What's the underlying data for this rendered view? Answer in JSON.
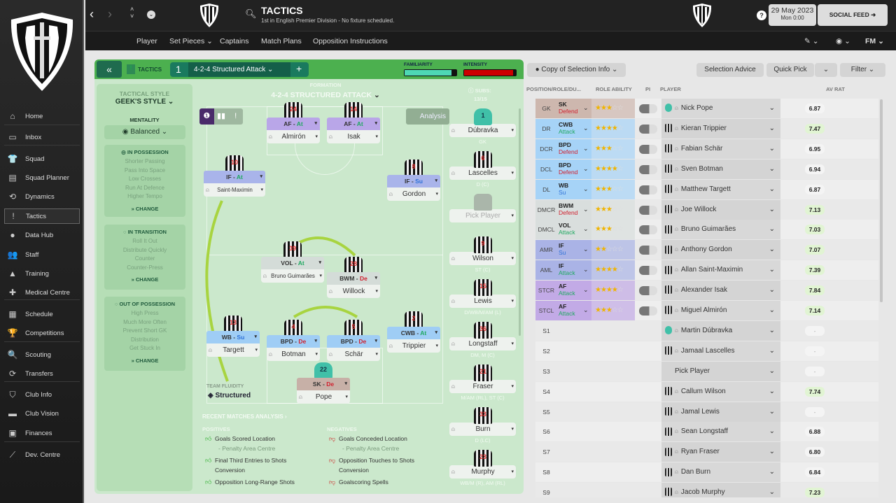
{
  "header": {
    "title": "TACTICS",
    "subtitle": "1st in English Premier Division - No fixture scheduled.",
    "date": "29 May 2023",
    "time": "Mon 0:00",
    "social_feed": "SOCIAL FEED",
    "fm_menu": "FM"
  },
  "subnav": [
    "Player",
    "Set Pieces",
    "Captains",
    "Match Plans",
    "Opposition Instructions"
  ],
  "sidebar": [
    {
      "label": "Home",
      "icon": "⌂"
    },
    {
      "label": "Inbox",
      "icon": "▭"
    },
    {
      "label": "Squad",
      "icon": "👕"
    },
    {
      "label": "Squad Planner",
      "icon": "▤"
    },
    {
      "label": "Dynamics",
      "icon": "⟲"
    },
    {
      "label": "Tactics",
      "icon": "!"
    },
    {
      "label": "Data Hub",
      "icon": "●"
    },
    {
      "label": "Staff",
      "icon": "👥"
    },
    {
      "label": "Training",
      "icon": "▲"
    },
    {
      "label": "Medical Centre",
      "icon": "✚"
    },
    {
      "label": "Schedule",
      "icon": "▦"
    },
    {
      "label": "Competitions",
      "icon": "🏆"
    },
    {
      "label": "Scouting",
      "icon": "🔍"
    },
    {
      "label": "Transfers",
      "icon": "⟳"
    },
    {
      "label": "Club Info",
      "icon": "⛉"
    },
    {
      "label": "Club Vision",
      "icon": "▬"
    },
    {
      "label": "Finances",
      "icon": "▣"
    },
    {
      "label": "Dev. Centre",
      "icon": "⟋"
    }
  ],
  "tactics": {
    "label": "TACTICS",
    "slot": "1",
    "name": "4-2-4 Structured Attack",
    "familiarity_label": "FAMILIARITY",
    "familiarity": 0.9,
    "intensity_label": "INTENSITY",
    "intensity": 0.95,
    "formation_label": "FORMATION",
    "formation": "4-2-4 STRUCTURED ATTACK",
    "subs_label": "SUBS:",
    "subs_count": "13/15",
    "analysis_btn": "Analysis",
    "style_label": "TACTICAL STYLE",
    "style": "GEEK'S STYLE",
    "mentality_label": "MENTALITY",
    "mentality": "Balanced",
    "in_possession": {
      "title": "IN POSSESSION",
      "items": [
        "Shorter Passing",
        "Pass Into Space",
        "Low Crosses",
        "Run At Defence",
        "Higher Tempo"
      ]
    },
    "in_transition": {
      "title": "IN TRANSITION",
      "items": [
        "Roll It Out",
        "Distribute Quickly",
        "Counter",
        "Counter-Press"
      ]
    },
    "out_of_possession": {
      "title": "OUT OF POSSESSION",
      "items": [
        "High Press",
        "Much More Often",
        "Prevent Short GK",
        "Distribution",
        "Get Stuck In"
      ]
    },
    "change": "CHANGE",
    "fluidity_label": "TEAM FLUIDITY",
    "fluidity": "Structured"
  },
  "pitch": [
    {
      "role": "AF",
      "duty": "At",
      "name": "Almirón",
      "num": "24"
    },
    {
      "role": "AF",
      "duty": "At",
      "name": "Isak",
      "num": "14"
    },
    {
      "role": "IF",
      "duty": "At",
      "name": "Saint-Maximin",
      "num": "10"
    },
    {
      "role": "IF",
      "duty": "Su",
      "name": "Gordon",
      "num": "8"
    },
    {
      "role": "VOL",
      "duty": "At",
      "name": "Bruno Guimarães",
      "num": "39"
    },
    {
      "role": "BWM",
      "duty": "De",
      "name": "Willock",
      "num": "28"
    },
    {
      "role": "WB",
      "duty": "Su",
      "name": "Targett",
      "num": "13"
    },
    {
      "role": "BPD",
      "duty": "De",
      "name": "Botman",
      "num": "4"
    },
    {
      "role": "BPD",
      "duty": "De",
      "name": "Schär",
      "num": "5"
    },
    {
      "role": "CWB",
      "duty": "At",
      "name": "Trippier",
      "num": "2"
    },
    {
      "role": "SK",
      "duty": "De",
      "name": "Pope",
      "num": "22"
    }
  ],
  "subs": [
    {
      "name": "Dúbravka",
      "pos": "GK",
      "num": "1"
    },
    {
      "name": "Lascelles",
      "pos": "D (C)",
      "num": "6"
    },
    {
      "name": "Pick Player",
      "pos": "",
      "num": ""
    },
    {
      "name": "Wilson",
      "pos": "ST (C)",
      "num": "9"
    },
    {
      "name": "Lewis",
      "pos": "D/WB/M/AM (L)",
      "num": "15"
    },
    {
      "name": "Longstaff",
      "pos": "DM, M (C)",
      "num": "36"
    },
    {
      "name": "Fraser",
      "pos": "M/AM (RL), ST (C)",
      "num": "21"
    },
    {
      "name": "Burn",
      "pos": "D (LC)",
      "num": "33"
    },
    {
      "name": "Murphy",
      "pos": "WB/M (R), AM (RL)",
      "num": "23"
    }
  ],
  "analysis": {
    "title": "RECENT MATCHES ANALYSIS ›",
    "positives_label": "POSITIVES",
    "negatives_label": "NEGATIVES",
    "positives": [
      "Goals Scored Location",
      "- Penalty Area Centre",
      "Final Third Entries to Shots Conversion",
      "Opposition Long-Range Shots"
    ],
    "negatives": [
      "Goals Conceded Location",
      "- Penalty Area Centre",
      "Opposition Touches to Shots Conversion",
      "Goalscoring Spells"
    ]
  },
  "selection": {
    "view": "Copy of Selection Info",
    "advice": "Selection Advice",
    "quick_pick": "Quick Pick",
    "filter": "Filter",
    "columns": [
      "POSITION/ROLE/DU...",
      "ROLE ABILITY",
      "PI",
      "PLAYER",
      "AV RAT"
    ],
    "rows": [
      {
        "pos": "GK",
        "role": "SK",
        "duty": "Defend",
        "stars": 3,
        "player": "Nick Pope",
        "rating": "6.87"
      },
      {
        "pos": "DR",
        "role": "CWB",
        "duty": "Attack",
        "stars": 3.5,
        "player": "Kieran Trippier",
        "rating": "7.47"
      },
      {
        "pos": "DCR",
        "role": "BPD",
        "duty": "Defend",
        "stars": 3,
        "player": "Fabian Schär",
        "rating": "6.95"
      },
      {
        "pos": "DCL",
        "role": "BPD",
        "duty": "Defend",
        "stars": 3.5,
        "player": "Sven Botman",
        "rating": "6.94"
      },
      {
        "pos": "DL",
        "role": "WB",
        "duty": "Su",
        "stars": 2.5,
        "player": "Matthew Targett",
        "rating": "6.87"
      },
      {
        "pos": "DMCR",
        "role": "BWM",
        "duty": "Defend",
        "stars": 2.5,
        "player": "Joe Willock",
        "rating": "7.13"
      },
      {
        "pos": "DMCL",
        "role": "VOL",
        "duty": "Attack",
        "stars": 3,
        "player": "Bruno Guimarães",
        "rating": "7.03"
      },
      {
        "pos": "AMR",
        "role": "IF",
        "duty": "Su",
        "stars": 2,
        "player": "Anthony Gordon",
        "rating": "7.07"
      },
      {
        "pos": "AML",
        "role": "IF",
        "duty": "Attack",
        "stars": 3.5,
        "player": "Allan Saint-Maximin",
        "rating": "7.39"
      },
      {
        "pos": "STCR",
        "role": "AF",
        "duty": "Attack",
        "stars": 4,
        "player": "Alexander Isak",
        "rating": "7.84"
      },
      {
        "pos": "STCL",
        "role": "AF",
        "duty": "Attack",
        "stars": 2.5,
        "player": "Miguel Almirón",
        "rating": "7.14"
      },
      {
        "pos": "S1",
        "player": "Martin Dúbravka",
        "rating": "-"
      },
      {
        "pos": "S2",
        "player": "Jamaal Lascelles",
        "rating": "-"
      },
      {
        "pos": "S3",
        "player": "Pick Player",
        "rating": "-"
      },
      {
        "pos": "S4",
        "player": "Callum Wilson",
        "rating": "7.74"
      },
      {
        "pos": "S5",
        "player": "Jamal Lewis",
        "rating": "-"
      },
      {
        "pos": "S6",
        "player": "Sean Longstaff",
        "rating": "6.88"
      },
      {
        "pos": "S7",
        "player": "Ryan Fraser",
        "rating": "6.80"
      },
      {
        "pos": "S8",
        "player": "Dan Burn",
        "rating": "6.84"
      },
      {
        "pos": "S9",
        "player": "Jacob Murphy",
        "rating": "7.23"
      }
    ]
  }
}
